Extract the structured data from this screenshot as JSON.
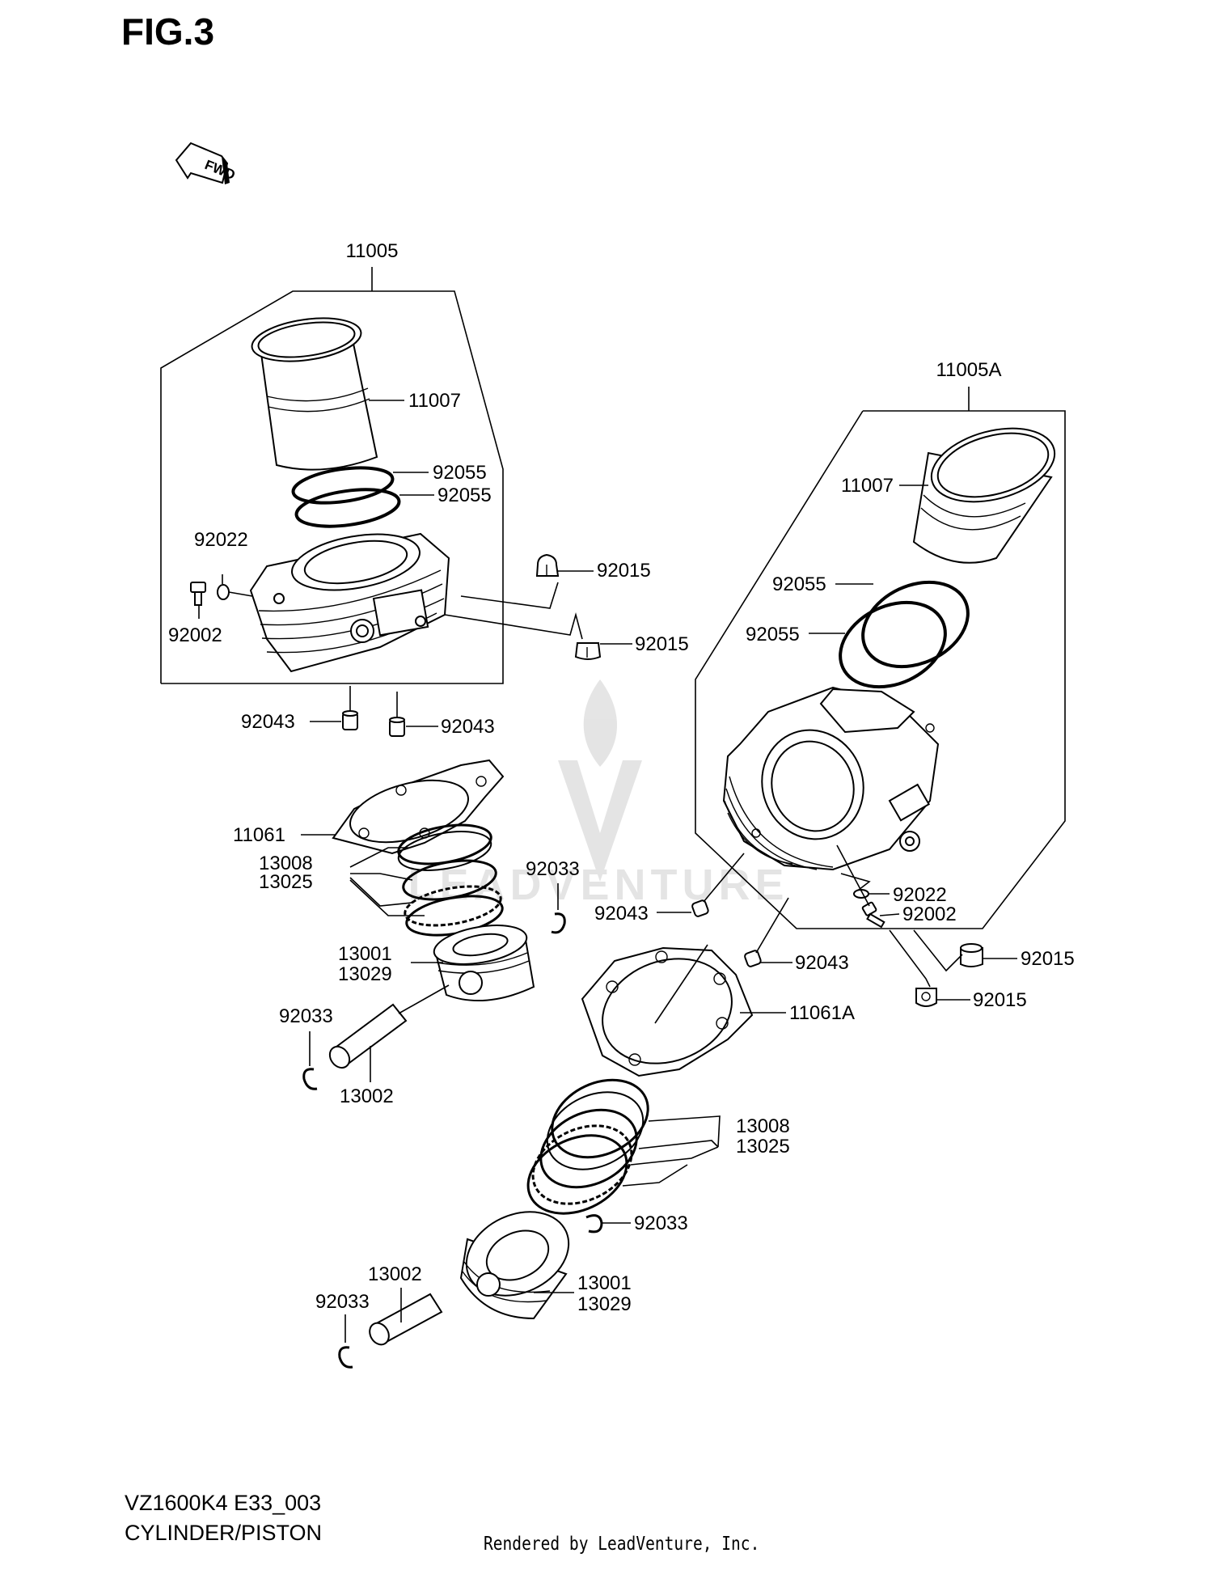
{
  "figure": {
    "title": "FIG.3",
    "model_code": "VZ1600K4 E33_003",
    "section_name": "CYLINDER/PISTON",
    "credit": "Rendered by LeadVenture, Inc.",
    "watermark": "LEADVENTURE",
    "fwd_label": "FWD"
  },
  "labels": {
    "l_11005": "11005",
    "l_11007_a": "11007",
    "l_92055_a1": "92055",
    "l_92055_a2": "92055",
    "l_92022_a": "92022",
    "l_92002_a": "92002",
    "l_92015_a1": "92015",
    "l_92015_a2": "92015",
    "l_92043_a1": "92043",
    "l_92043_a2": "92043",
    "l_11061": "11061",
    "l_13008_a": "13008",
    "l_13025_a": "13025",
    "l_92033_a1": "92033",
    "l_13001_a": "13001",
    "l_13029_a": "13029",
    "l_92033_a2": "92033",
    "l_13002_a": "13002",
    "l_11005A": "11005A",
    "l_11007_b": "11007",
    "l_92055_b1": "92055",
    "l_92055_b2": "92055",
    "l_92022_b": "92022",
    "l_92002_b": "92002",
    "l_92043_b1": "92043",
    "l_92043_b2": "92043",
    "l_92015_b1": "92015",
    "l_92015_b2": "92015",
    "l_11061A": "11061A",
    "l_13008_b": "13008",
    "l_13025_b": "13025",
    "l_92033_b1": "92033",
    "l_13002_b": "13002",
    "l_92033_b2": "92033",
    "l_13001_b": "13001",
    "l_13029_b": "13029"
  }
}
